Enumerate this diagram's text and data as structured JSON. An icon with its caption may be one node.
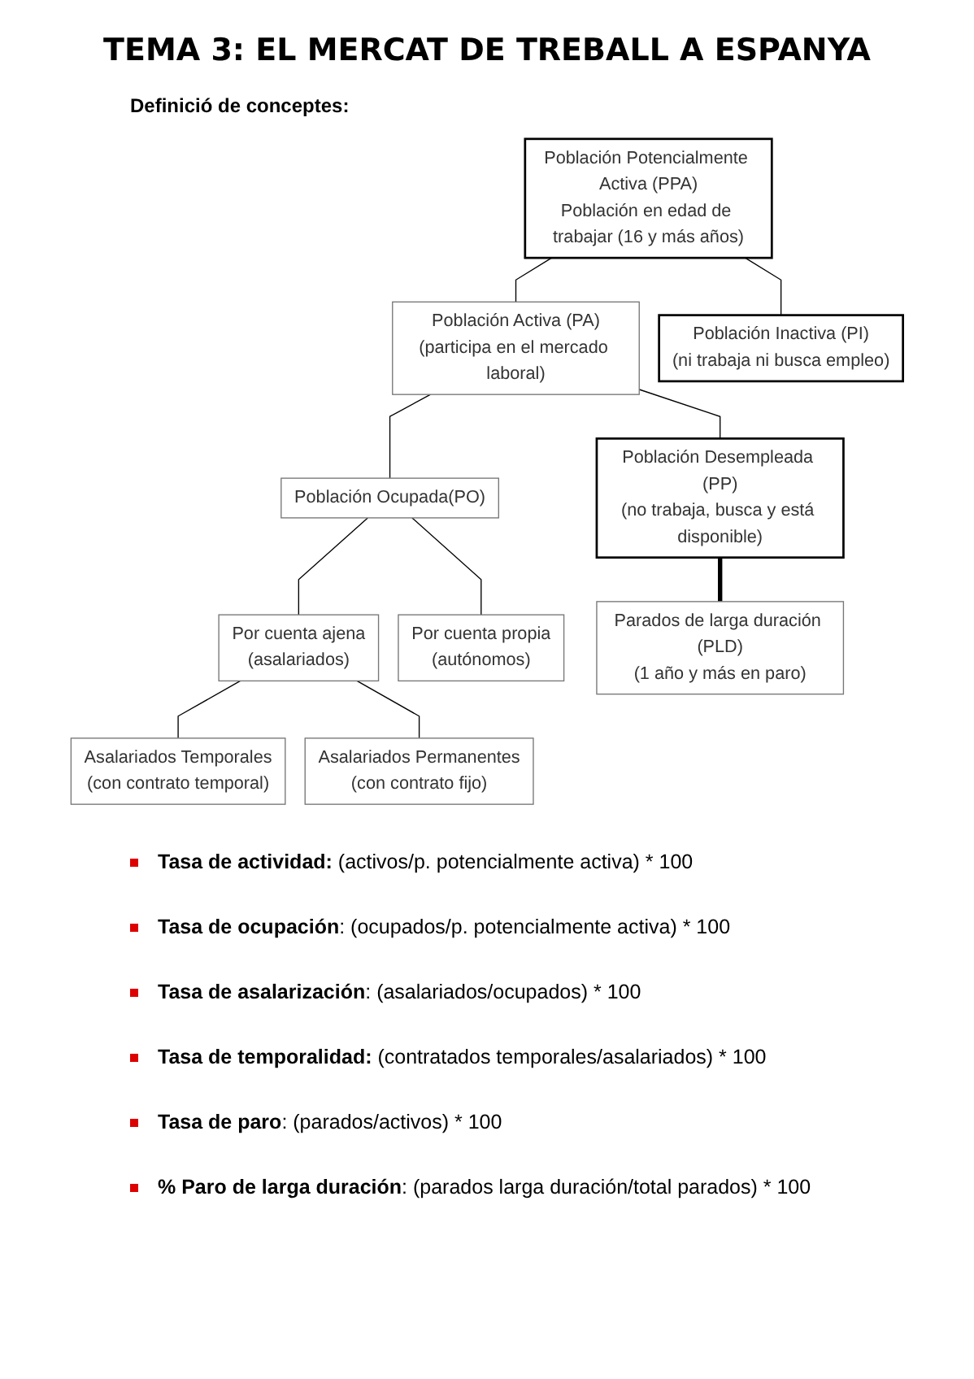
{
  "diagram": {
    "title": "TEMA 3: EL MERCAT DE TREBALL A ESPANYA",
    "nodes": [
      {
        "text": [
          "Población Potencialmente Activa (PPA)",
          "Población en edad de trabajar (16 y más años)"
        ]
      },
      {
        "text": [
          "Población Activa (PA)",
          "(participa en el mercado laboral)"
        ]
      },
      {
        "text": [
          "Población Inactiva (PI)",
          "(ni trabaja ni busca empleo)"
        ]
      },
      {
        "text": [
          "Población Ocupada(PO)"
        ]
      },
      {
        "text": [
          "Población Desempleada (PP)",
          "(no trabaja, busca y está disponible)"
        ]
      },
      {
        "text": [
          "Por cuenta ajena",
          "(asalariados)"
        ]
      },
      {
        "text": [
          "Por cuenta propia",
          "(autónomos)"
        ]
      },
      {
        "text": [
          "Parados de larga duración (PLD)",
          "(1 año y más en paro)"
        ]
      },
      {
        "text": [
          "Asalariados Temporales",
          "(con contrato temporal)"
        ]
      },
      {
        "text": [
          "Asalariados Permanentes",
          "(con contrato fijo)"
        ]
      }
    ],
    "edges": [
      {
        "from": 0,
        "to": 1,
        "arrow": "none"
      },
      {
        "from": 0,
        "to": 2,
        "arrow": "none"
      },
      {
        "from": 1,
        "to": 3,
        "arrow": "none"
      },
      {
        "from": 1,
        "to": 4,
        "arrow": "none"
      },
      {
        "from": 3,
        "to": 5,
        "arrow": "none"
      },
      {
        "from": 3,
        "to": 6,
        "arrow": "none"
      },
      {
        "from": 4,
        "to": 7,
        "arrow": "none",
        "style": "thick"
      },
      {
        "from": 5,
        "to": 8,
        "arrow": "none"
      },
      {
        "from": 5,
        "to": 9,
        "arrow": "none"
      }
    ],
    "labels": [
      "Definició de conceptes:",
      "**Tasa de actividad:** (activos/p. potencialmente activa) * 100",
      "**Tasa de ocupación**: (ocupados/p. potencialmente activa) * 100",
      "**Tasa de asalarización**: (asalariados/ocupados) * 100",
      "**Tasa de temporalidad:** (contratados temporales/asalariados) * 100",
      "**Tasa de paro**: (parados/activos) * 100",
      "**% Paro de larga duración**: (parados larga duración/total parados) * 100"
    ]
  }
}
